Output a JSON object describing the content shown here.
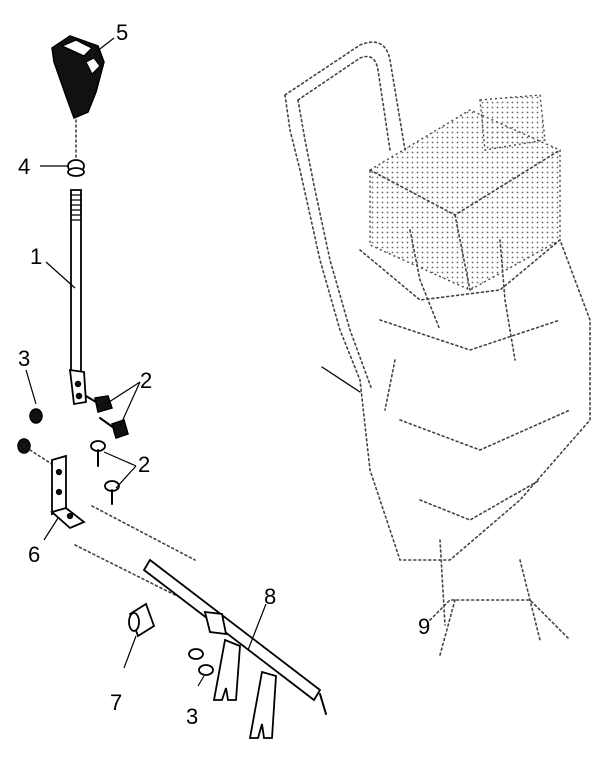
{
  "callouts": {
    "c1": "1",
    "c2a": "2",
    "c2b": "2",
    "c3a": "3",
    "c3b": "3",
    "c4": "4",
    "c5": "5",
    "c6": "6",
    "c7": "7",
    "c8": "8",
    "c9": "9"
  },
  "colors": {
    "ink": "#000000",
    "paper": "#ffffff",
    "ghost": "#444444"
  }
}
